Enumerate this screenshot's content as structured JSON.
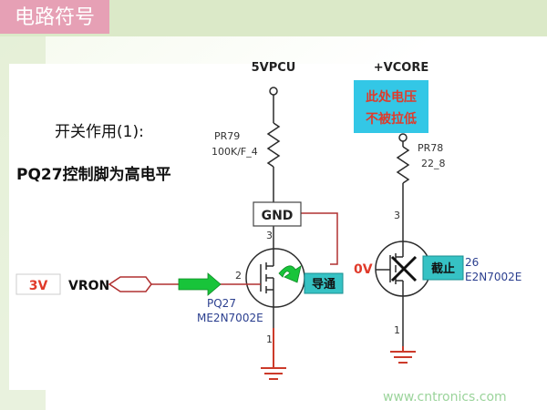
{
  "title_tab": "电路符号",
  "heading": {
    "line1": "开关作用(1):",
    "line2": "PQ27控制脚为高电平"
  },
  "rails": {
    "left": "5VPCU",
    "right": "+VCORE"
  },
  "note": {
    "line1": "此处电压",
    "line2": "不被拉低"
  },
  "resistors": {
    "left": {
      "ref": "PR79",
      "value": "100K/F_4"
    },
    "right": {
      "ref": "PR78",
      "value": "22_8"
    }
  },
  "gnd_box": "GND",
  "input": {
    "voltage": "3V",
    "net": "VRON"
  },
  "pins": {
    "left_gate": "2",
    "left_drain": "3",
    "left_source": "1",
    "right_drain": "3",
    "right_source": "1"
  },
  "transistors": {
    "left": {
      "ref": "PQ27",
      "part": "ME2N7002E"
    },
    "right": {
      "ref_partial": "26",
      "part_partial": "E2N7002E"
    }
  },
  "states": {
    "on": "导通",
    "off": "截止",
    "gate_voltage_right": "0V"
  },
  "watermark": "www.cntronics.com",
  "colors": {
    "wire": "#2b2b2b",
    "tab_bg": "#e6a0b5",
    "state_box_bg": "#36c2c4",
    "note_bg": "#33c7e6",
    "red_text": "#e03a2a",
    "ground": "#cc3a2a",
    "green_arrow": "#18c43a",
    "watermark": "#9bd49b"
  }
}
